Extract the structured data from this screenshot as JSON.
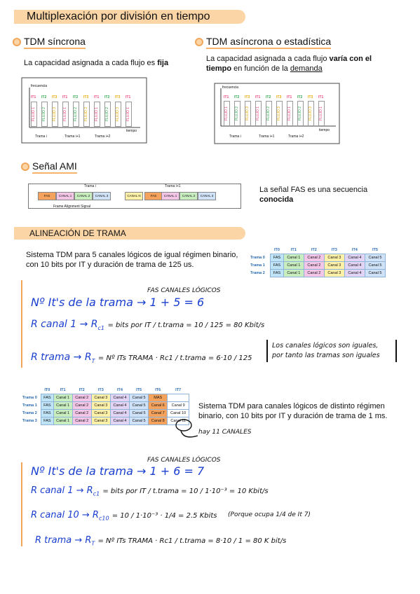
{
  "title": "Multiplexación por división en tiempo",
  "sync": {
    "heading": "TDM síncrona",
    "desc_prefix": "La capacidad asignada a cada flujo es ",
    "desc_bold": "fija",
    "diagram": {
      "axis_label": "frecuencia",
      "time_label": "tiempo",
      "slots": [
        "IT1",
        "IT2",
        "IT3",
        "IT1",
        "IT2",
        "IT3",
        "IT1",
        "IT2",
        "IT3",
        "IT1"
      ],
      "flows": [
        "FLUJO 1",
        "FLUJO 2",
        "FLUJO 3",
        "FLUJO 1",
        "FLUJO 2",
        "FLUJO 3",
        "FLUJO 1",
        "FLUJO 2",
        "FLUJO 3",
        "FLUJO 1"
      ],
      "frames": [
        "Trama i",
        "Trama i+1",
        "Trama i+2"
      ]
    }
  },
  "async": {
    "heading": "TDM asíncrona o estadística",
    "desc_prefix": "La capacidad asignada a cada flujo ",
    "desc_bold": "varía con el tiempo",
    "desc_mid": " en función de la ",
    "desc_under": "demanda",
    "diagram": {
      "axis_label": "frecuencia",
      "time_label": "tiempo",
      "slots": [
        "IT1",
        "IT2",
        "IT3",
        "IT1",
        "IT2",
        "IT3",
        "IT1",
        "IT2",
        "IT3",
        "IT1"
      ],
      "flows": [
        "FLUJO 1",
        "FLUJO 2",
        "FLUJO 3",
        "FLUJO 1",
        "FLUJO 2",
        "FLUJO 3",
        "FLUJO 1",
        "FLUJO 2",
        "FLUJO 3",
        "FLUJO 1"
      ],
      "frames": [
        "Trama i",
        "Trama i+1",
        "Trama i+2"
      ]
    }
  },
  "ami": {
    "heading": "Señal AMI",
    "frame_left": "Trama i",
    "frame_right": "Trama i+1",
    "cells": [
      "FAS",
      "CANAL 1",
      "CANAL 2",
      "CANAL 3",
      "CANAL N",
      "FAS",
      "CANAL 1",
      "CANAL 2",
      "CANAL 3"
    ],
    "fas_note": "Frame Alignment Signal",
    "desc_prefix": "La señal FAS es una secuencia ",
    "desc_bold": "conocida"
  },
  "align": {
    "heading": "ALINEACIÓN DE TRAMA",
    "ex1_text": "Sistema TDM para 5 canales lógicos de igual régimen binario, con 10 bits por IT y duración de trama de 125 us.",
    "table1": {
      "headers": [
        "IT0",
        "IT1",
        "IT2",
        "IT3",
        "IT4",
        "IT5"
      ],
      "rows": [
        {
          "label": "Trama 0",
          "cells": [
            "FAS",
            "Canal 1",
            "Canal 2",
            "Canal 3",
            "Canal 4",
            "Canal 5"
          ]
        },
        {
          "label": "Trama 1",
          "cells": [
            "FAS",
            "Canal 1",
            "Canal 2",
            "Canal 3",
            "Canal 4",
            "Canal 5"
          ]
        },
        {
          "label": "Trama 2",
          "cells": [
            "FAS",
            "Canal 1",
            "Canal 2",
            "Canal 3",
            "Canal 4",
            "Canal 5"
          ]
        }
      ]
    },
    "hw1": {
      "top_labels": "FAS   CANALES LÓGICOS",
      "line1": "Nº It's de la trama →  1  +  5  = 6",
      "line2a": "R canal 1 →  R",
      "line2b": "= bits por IT / t.trama = 10 / 125 = 80 Kbit/s",
      "line3a": "R trama →  R",
      "line3b": "= Nº ITs TRAMA · Rc1 / t.trama = 6·10 / 125",
      "note": "Los canales lógicos son iguales, por tanto las tramas son iguales"
    },
    "table2": {
      "headers": [
        "IT0",
        "IT1",
        "IT2",
        "IT3",
        "IT4",
        "IT5",
        "IT6",
        "IT7"
      ],
      "rows": [
        {
          "label": "Trama 0",
          "cells": [
            "FAS",
            "Canal 1",
            "Canal 2",
            "Canal 3",
            "Canal 4",
            "Canal 5",
            "MAS",
            ""
          ]
        },
        {
          "label": "Trama 1",
          "cells": [
            "FAS",
            "Canal 1",
            "Canal 2",
            "Canal 3",
            "Canal 4",
            "Canal 5",
            "Canal 6",
            "Canal 9"
          ]
        },
        {
          "label": "Trama 2",
          "cells": [
            "FAS",
            "Canal 1",
            "Canal 2",
            "Canal 3",
            "Canal 4",
            "Canal 5",
            "Canal 7",
            "Canal 10"
          ]
        },
        {
          "label": "Trama 3",
          "cells": [
            "FAS",
            "Canal 1",
            "Canal 2",
            "Canal 3",
            "Canal 4",
            "Canal 5",
            "Canal 8",
            "Canal 11"
          ]
        }
      ]
    },
    "ex2_text": "Sistema TDM para canales lógicos de distinto régimen binario, con 10 bits por IT y duración de trama de 1 ms.",
    "hw_note2": "hay 11 CANALES",
    "hw2": {
      "top_labels": "FAS   CANALES LÓGICOS",
      "line1": "Nº It's de la trama →  1  +  6  = 7",
      "line2a": "R canal 1 →  R",
      "line2b": "= bits por IT / t.trama = 10 / 1·10⁻³ = 10 Kbit/s",
      "line3a": "R canal 10 →  R",
      "line3b": "= 10 / 1·10⁻³ · 1/4 = 2.5 Kbits",
      "line3note": "(Porque ocupa 1/4 de It 7)",
      "line4a": "R trama →  R",
      "line4b": "= Nº ITs TRAMA · Rc1 / t.trama = 8·10 / 1 = 80 K bit/s"
    }
  },
  "colors": {
    "highlight": "#fbd5a6",
    "fas": "#f5a25d",
    "hand_blue": "#1a3fd0",
    "margin_line": "#f2a65a"
  }
}
